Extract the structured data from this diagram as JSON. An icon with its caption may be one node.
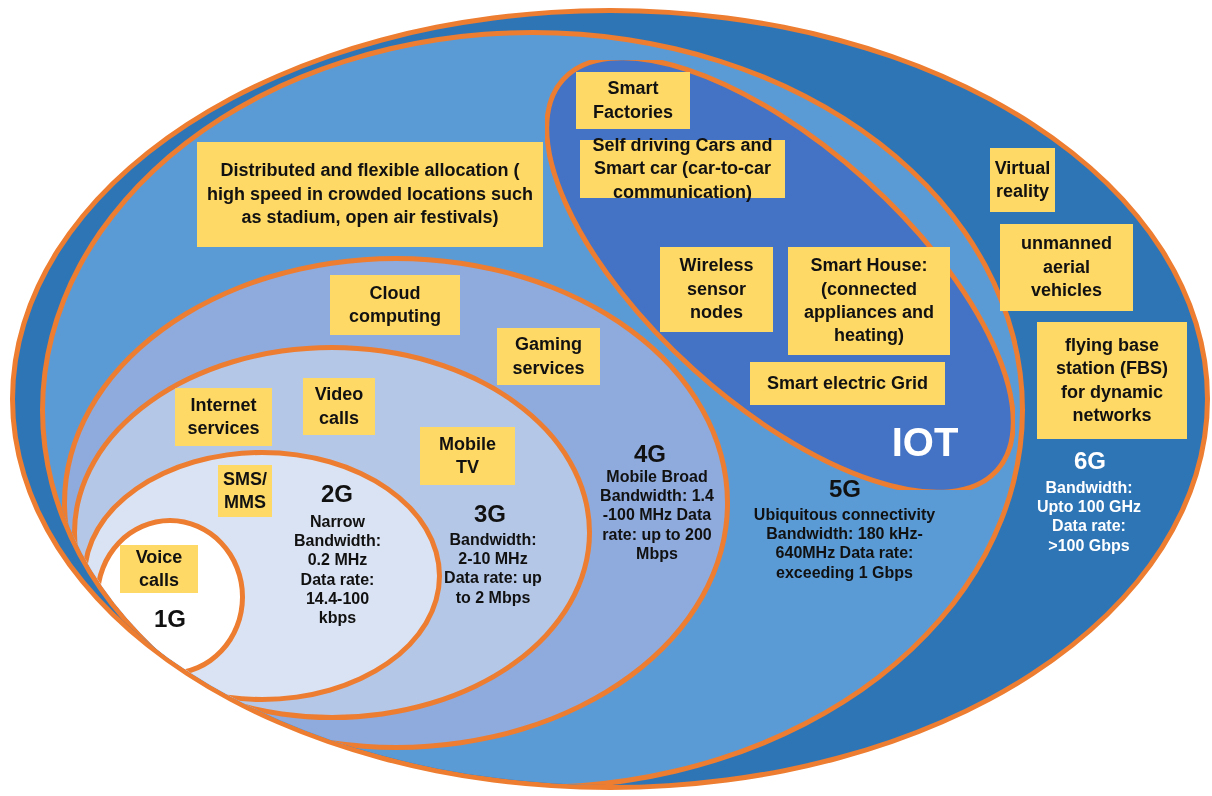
{
  "diagram": {
    "nodes": [
      {
        "text": [
          "6G",
          "Bandwidth: Upto 100 GHz Data rate: >100 Gbps"
        ]
      },
      {
        "text": [
          "5G",
          "Ubiquitous connectivity Bandwidth: 180 kHz-640MHz Data rate: exceeding 1 Gbps"
        ],
        "in": 0
      },
      {
        "text": [
          "IOT"
        ],
        "in": 1
      },
      {
        "text": [
          "4G",
          "Mobile Broad Bandwidth: 1.4 -100 MHz Data rate: up to 200 Mbps"
        ],
        "in": 1
      },
      {
        "text": [
          "3G",
          "Bandwidth: 2-10 MHz Data rate: up to 2 Mbps"
        ],
        "in": 3
      },
      {
        "text": [
          "2G",
          "Narrow Bandwidth: 0.2 MHz Data rate: 14.4-100 kbps"
        ],
        "in": 4
      },
      {
        "text": [
          "1G"
        ],
        "in": 5
      },
      {
        "text": [
          "Voice calls"
        ],
        "in": 6
      },
      {
        "text": [
          "SMS/ MMS"
        ],
        "in": 5
      },
      {
        "text": [
          "Internet services"
        ],
        "in": 4
      },
      {
        "text": [
          "Video calls"
        ],
        "in": 4
      },
      {
        "text": [
          "Mobile TV"
        ],
        "in": 4
      },
      {
        "text": [
          "Cloud computing"
        ],
        "in": 3
      },
      {
        "text": [
          "Gaming services"
        ],
        "in": 3
      },
      {
        "text": [
          "Distributed and flexible allocation ( high speed in crowded locations such as stadium, open air festivals)"
        ],
        "in": 1
      },
      {
        "text": [
          "Smart Factories"
        ],
        "in": 2
      },
      {
        "text": [
          "Self driving Cars and Smart car (car-to-car communication)"
        ],
        "in": 2
      },
      {
        "text": [
          "Wireless sensor nodes"
        ],
        "in": 2
      },
      {
        "text": [
          "Smart House: (connected appliances and heating)"
        ],
        "in": 2
      },
      {
        "text": [
          "Smart electric Grid"
        ],
        "in": 2
      },
      {
        "text": [
          "Virtual reality"
        ],
        "in": 0
      },
      {
        "text": [
          "unmanned aerial vehicles"
        ],
        "in": 0
      },
      {
        "text": [
          "flying base station (FBS) for dynamic networks"
        ],
        "in": 0
      }
    ]
  }
}
